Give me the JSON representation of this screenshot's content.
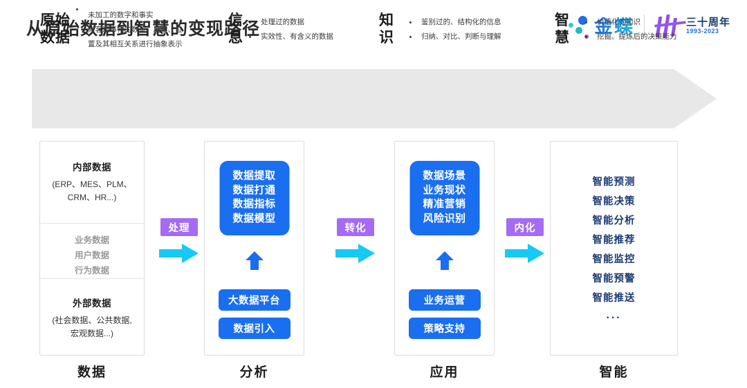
{
  "header": {
    "title": "从原始数据到智慧的变现路径",
    "brand_name": "金蝶",
    "anniversary_cn": "三十周年",
    "anniversary_years": "1993-2023"
  },
  "banner": {
    "stages": [
      {
        "title": "原始\n数据",
        "title_line1": "原始",
        "title_line2": "数据",
        "bullets": [
          "未加工的数字和事实",
          "对客观事物的数量、属性、位",
          "置及其相互关系进行抽象表示"
        ]
      },
      {
        "title_line1": "信",
        "title_line2": "息",
        "bullets": [
          "处理过的数据",
          "实效性、有含义的数据"
        ]
      },
      {
        "title_line1": "知",
        "title_line2": "识",
        "bullets": [
          "鉴别过的、结构化的信息",
          "归纳、对比、判断与理解"
        ]
      },
      {
        "title_line1": "智",
        "title_line2": "慧",
        "bullets": [
          "价值化的知识",
          "挖掘、提炼后的决策能力"
        ]
      }
    ]
  },
  "columns": {
    "data": {
      "footer_label": "数据",
      "internal_title": "内部数据",
      "internal_sub_line1": "(ERP、MES、PLM、",
      "internal_sub_line2": "CRM、HR...)",
      "middle_items": [
        "业务数据",
        "用户数据",
        "行为数据"
      ],
      "external_title": "外部数据",
      "external_sub_line1": "(社会数据、公共数据,",
      "external_sub_line2": "宏观数据...)"
    },
    "analysis": {
      "footer_label": "分析",
      "box_items": [
        "数据提取",
        "数据打通",
        "数据指标",
        "数据模型"
      ],
      "pill_top": "大数据平台",
      "pill_bottom": "数据引入"
    },
    "application": {
      "footer_label": "应用",
      "box_items": [
        "数据场景",
        "业务现状",
        "精准营销",
        "风险识别"
      ],
      "pill_top": "业务运营",
      "pill_bottom": "策略支持"
    },
    "intelligence": {
      "footer_label": "智能",
      "items": [
        "智能预测",
        "智能决策",
        "智能分析",
        "智能推荐",
        "智能监控",
        "智能预警",
        "智能推送"
      ],
      "ellipsis": "···"
    }
  },
  "connectors": [
    {
      "label": "处理"
    },
    {
      "label": "转化"
    },
    {
      "label": "内化"
    }
  ],
  "colors": {
    "primary_blue": "#1a6ef0",
    "accent_purple": "#a46bf5",
    "arrow_cyan": "#17c9f5",
    "banner_gray": "#e8e8e8",
    "navy": "#1b3a73"
  }
}
